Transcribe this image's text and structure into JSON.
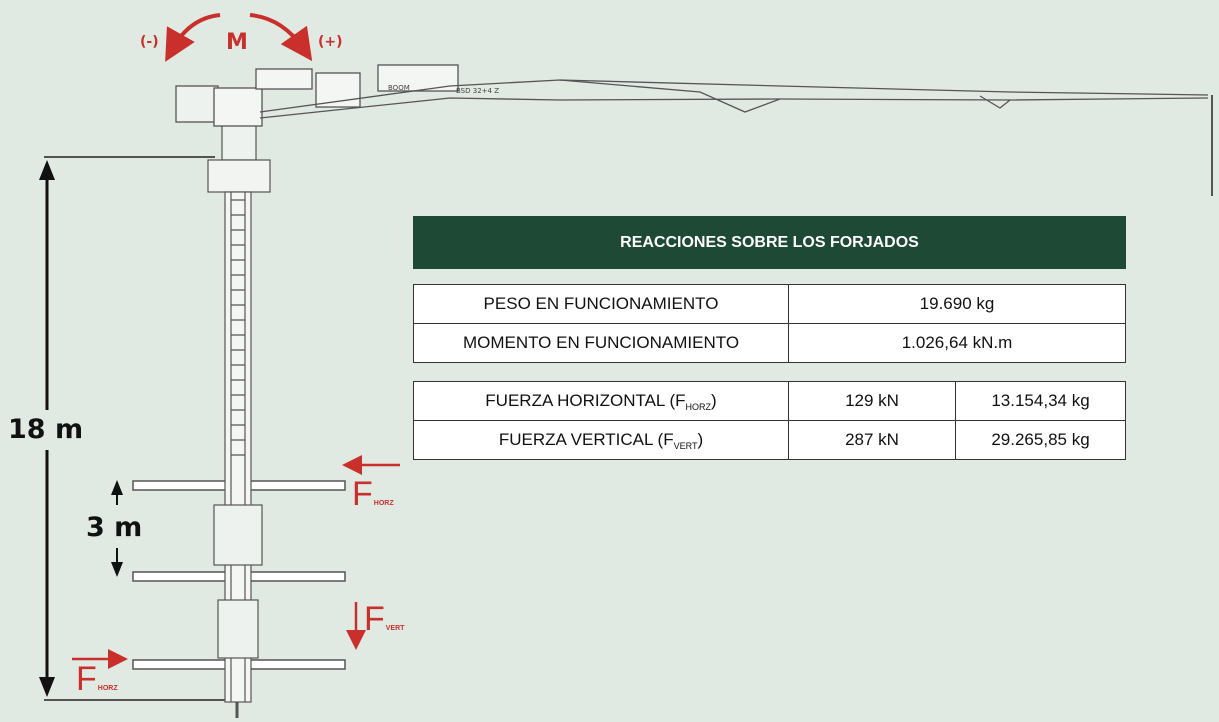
{
  "moment_labels": {
    "minus": "(-)",
    "symbol": "M",
    "plus": "(+)"
  },
  "dimensions": {
    "total_height": "18 m",
    "floor_spacing": "3 m"
  },
  "forces": {
    "horz_right": {
      "letter": "F",
      "sub": "HORZ"
    },
    "vert": {
      "letter": "F",
      "sub": "VERT"
    },
    "horz_bottom": {
      "letter": "F",
      "sub": "HORZ"
    }
  },
  "boom_text": {
    "boom": "BOOM",
    "model": "BSD 32+4 Z"
  },
  "table": {
    "title": "REACCIONES SOBRE LOS FORJADOS",
    "rows_main": [
      {
        "label": "PESO EN FUNCIONAMIENTO",
        "value": "19.690 kg"
      },
      {
        "label": "MOMENTO EN FUNCIONAMIENTO",
        "value": "1.026,64 kN.m"
      }
    ],
    "rows_forces": [
      {
        "label": "FUERZA HORIZONTAL (F",
        "sub": "HORZ",
        "close": ")",
        "kn": "129 kN",
        "kg": "13.154,34 kg"
      },
      {
        "label": "FUERZA VERTICAL (F",
        "sub": "VERT",
        "close": ")",
        "kn": "287 kN",
        "kg": "29.265,85 kg"
      }
    ]
  },
  "colors": {
    "accent_red": "#c9302c",
    "header_green": "#1e4a35",
    "background": "#e1e9e3"
  }
}
